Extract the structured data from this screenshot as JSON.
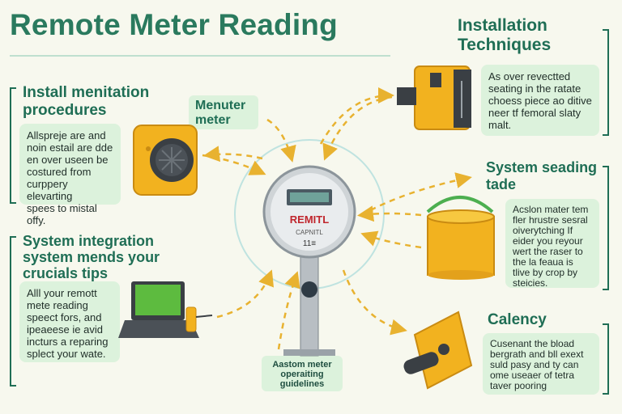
{
  "title": "Remote Meter Reading",
  "sections": {
    "install_procedures": {
      "heading": "Install menitation\nprocedures",
      "text": "Allspreje are and\nnoin estail are dde\nen over useen be\ncostured from\ncurppery elevarting\nspees to mistal\noffy."
    },
    "installation_techniques": {
      "heading": "Installation\nTechniques",
      "text": "As over revectted\nseating in the ratate\nchoess piece ao ditive\nneer tf femoral slaty\nmalt."
    },
    "system_integration": {
      "heading": "System integration\nsystem mends your\ncrucials tips",
      "text": "Alll your remott\nmete reading\nspeect fors, and\nipeaeese ie avid\nincturs a reparing\nsplect your wate."
    },
    "system_seading": {
      "heading": "System seading\ntade",
      "text": "Acslon mater tem\nfler hrustre sesral\noiverytching If\neider you reyour\nwert the raser to\nthe la feaua is\ntlive by crop by\nsteicies."
    },
    "calency": {
      "heading": "Calency",
      "text": "Cusenant the bload\nbergrath and bll exext\nsuld pasy and ty can\nome useaer of tetra\ntaver pooring"
    }
  },
  "labels": {
    "menuter_meter": "Menuter\nmeter",
    "operating_guidelines": "Aastom meter\noperaiting\nguidelines"
  },
  "meter": {
    "brand": "REMITL",
    "sub": "CAPNITL",
    "digits": "11≡"
  },
  "colors": {
    "title": "#2a7a5e",
    "box": "#dcf2dc",
    "accent": "#f2b21f",
    "arrow": "#e8b230"
  }
}
